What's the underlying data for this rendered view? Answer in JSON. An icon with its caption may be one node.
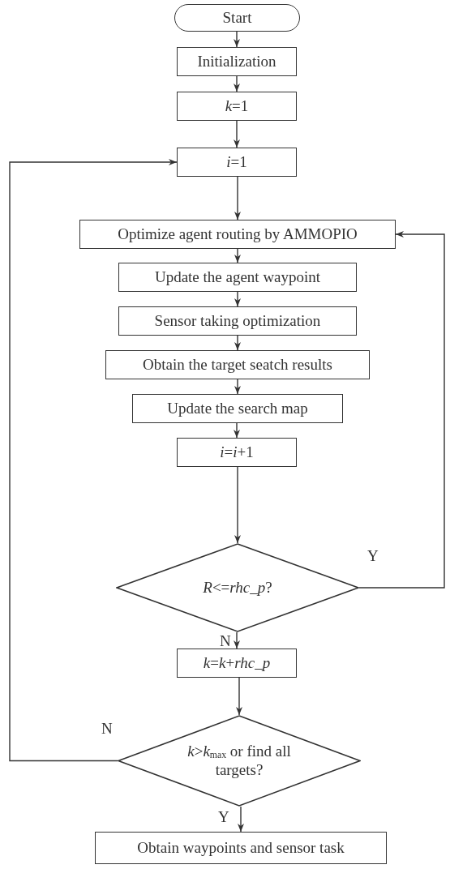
{
  "diagram": {
    "nodes": [
      {
        "text": [
          "Start"
        ]
      },
      {
        "text": [
          "Initialization"
        ]
      },
      {
        "text": [
          "*k*=1"
        ]
      },
      {
        "text": [
          "*i*=1"
        ]
      },
      {
        "text": [
          "Optimize agent routing by AMMOPIO"
        ]
      },
      {
        "text": [
          "Update the agent waypoint"
        ]
      },
      {
        "text": [
          "Sensor taking optimization"
        ]
      },
      {
        "text": [
          "Obtain the target seatch results"
        ]
      },
      {
        "text": [
          "Update the search map"
        ]
      },
      {
        "text": [
          "*i*=*i*+1"
        ]
      },
      {
        "text": [
          "*R*<=*rhc_p*?"
        ]
      },
      {
        "text": [
          "*k*=*k*+*rhc_p*"
        ]
      },
      {
        "text": [
          "*k*>*k*$_{max}$ or find all targets?"
        ]
      },
      {
        "text": [
          "Obtain waypoints and sensor task"
        ]
      }
    ],
    "edges": [
      {
        "from": 0,
        "to": 1,
        "arrow": "to"
      },
      {
        "from": 1,
        "to": 2,
        "arrow": "to"
      },
      {
        "from": 2,
        "to": 3,
        "arrow": "to"
      },
      {
        "from": 3,
        "to": 4,
        "arrow": "to"
      },
      {
        "from": 4,
        "to": 5,
        "arrow": "to"
      },
      {
        "from": 5,
        "to": 6,
        "arrow": "to"
      },
      {
        "from": 6,
        "to": 7,
        "arrow": "to"
      },
      {
        "from": 7,
        "to": 8,
        "arrow": "to"
      },
      {
        "from": 8,
        "to": 9,
        "arrow": "to"
      },
      {
        "from": 9,
        "to": 10,
        "arrow": "to"
      },
      {
        "from": 10,
        "to": 11,
        "arrow": "to",
        "label": "N"
      },
      {
        "from": 10,
        "to": 4,
        "arrow": "to",
        "label": "Y"
      },
      {
        "from": 11,
        "to": 12,
        "arrow": "to"
      },
      {
        "from": 12,
        "to": 3,
        "arrow": "to",
        "label": "N"
      },
      {
        "from": 12,
        "to": 13,
        "arrow": "to",
        "label": "Y"
      }
    ]
  }
}
